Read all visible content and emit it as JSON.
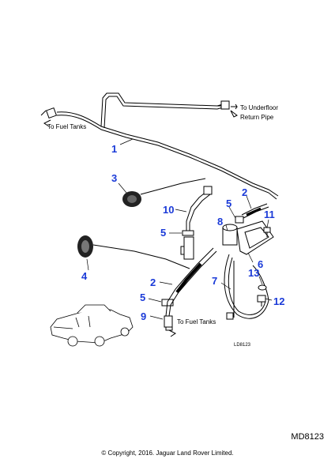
{
  "diagram": {
    "labels": {
      "to_fuel_tanks_top": "To Fuel Tanks",
      "to_underfloor_line1": "To Underfloor",
      "to_underfloor_line2": "Return Pipe",
      "to_fuel_tanks_bottom": "To Fuel Tanks",
      "drawing_code": "LD8123"
    },
    "callouts": [
      "1",
      "2",
      "2",
      "3",
      "4",
      "5",
      "5",
      "5",
      "6",
      "7",
      "8",
      "9",
      "10",
      "11",
      "12",
      "13"
    ]
  },
  "footer": {
    "ref_code": "MD8123",
    "copyright": "© Copyright, 2016. Jaguar Land Rover Limited."
  },
  "colors": {
    "callout": "#1a3ad8",
    "line": "#000000",
    "background": "#ffffff"
  }
}
